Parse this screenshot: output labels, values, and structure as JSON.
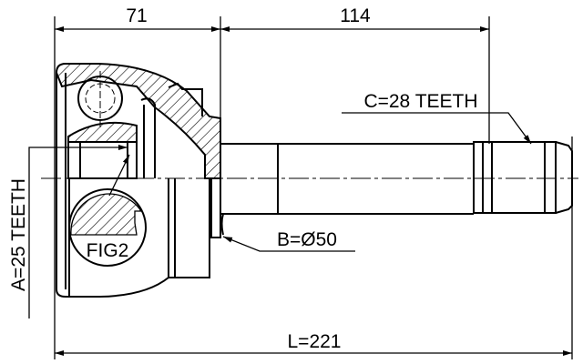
{
  "dimensions": {
    "top_left": "71",
    "top_right": "114",
    "overall_length": "L=221"
  },
  "labels": {
    "spline_a": "A=25 TEETH",
    "spline_c": "C=28 TEETH",
    "diameter_b": "B=Ø50",
    "figure_ref": "FIG2"
  }
}
